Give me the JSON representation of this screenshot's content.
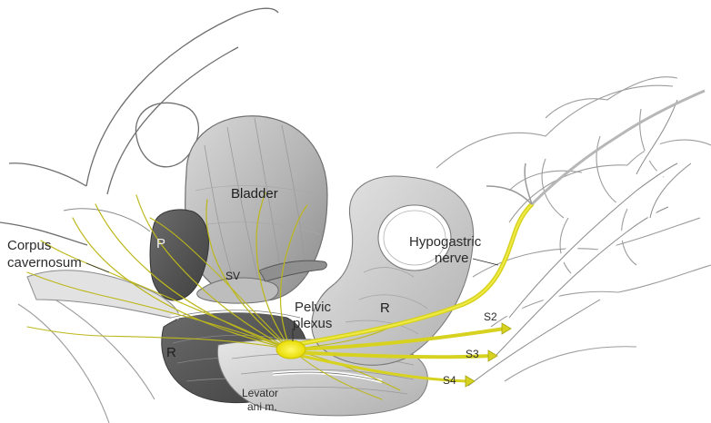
{
  "labels": {
    "bladder": "Bladder",
    "prostate": "P",
    "seminal_vesicle": "SV",
    "corpus_cavernosum_1": "Corpus",
    "corpus_cavernosum_2": "cavernosum",
    "hypogastric_1": "Hypogastric",
    "hypogastric_2": "nerve",
    "pelvic_plexus_1": "Pelvic",
    "pelvic_plexus_2": "plexus",
    "rectum_upper": "R",
    "rectum_lower": "R",
    "s2": "S2",
    "s3": "S3",
    "s4": "S4",
    "levator_1": "Levator",
    "levator_2": "ani m."
  },
  "colors": {
    "nerve": "#d6d21f",
    "nerve_dark": "#a9a512",
    "plexus": "#f2ea00",
    "organ_dark": "#5d5d5d",
    "organ_mid": "#8e8e8e",
    "organ_light": "#c9c9c9",
    "bone_line": "#7a7a7a"
  }
}
